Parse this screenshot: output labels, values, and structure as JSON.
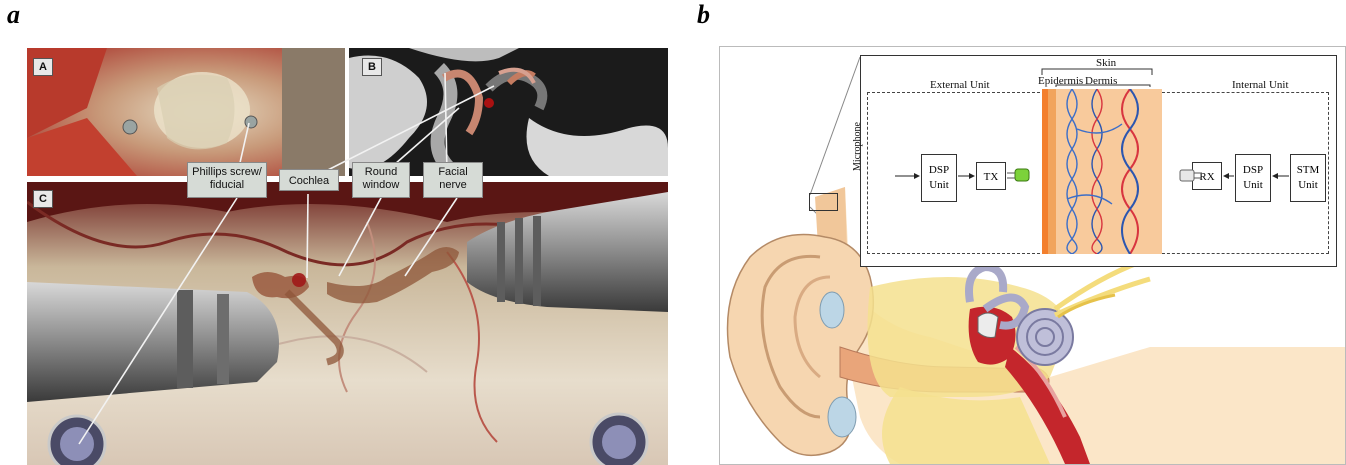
{
  "panel_a": {
    "letter": "a",
    "subpanels": {
      "A": "A",
      "B": "B",
      "C": "C"
    },
    "callouts": {
      "phillips_screw": "Phillips screw/ fiducial",
      "cochlea": "Cochlea",
      "round_window": "Round window",
      "facial_nerve": "Facial nerve"
    }
  },
  "panel_b": {
    "letter": "b",
    "labels": {
      "skin": "Skin",
      "epidermis": "Epidermis",
      "dermis": "Dermis",
      "external_unit": "External Unit",
      "internal_unit": "Internal Unit",
      "microphone": "Microphone",
      "dsp_left_line1": "DSP",
      "dsp_left_line2": "Unit",
      "tx": "TX",
      "rx": "RX",
      "dsp_right_line1": "DSP",
      "dsp_right_line2": "Unit",
      "stm_line1": "STM",
      "stm_line2": "Unit"
    }
  }
}
